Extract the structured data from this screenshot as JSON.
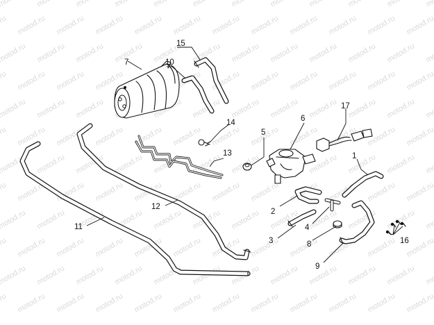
{
  "watermark": {
    "text": "motod.ru"
  },
  "callouts": [
    {
      "id": "1",
      "label": "1"
    },
    {
      "id": "2",
      "label": "2"
    },
    {
      "id": "3",
      "label": "3"
    },
    {
      "id": "4",
      "label": "4"
    },
    {
      "id": "5",
      "label": "5"
    },
    {
      "id": "6",
      "label": "6"
    },
    {
      "id": "7",
      "label": "7"
    },
    {
      "id": "8",
      "label": "8"
    },
    {
      "id": "9",
      "label": "9"
    },
    {
      "id": "10",
      "label": "10"
    },
    {
      "id": "11",
      "label": "11"
    },
    {
      "id": "12",
      "label": "12"
    },
    {
      "id": "13",
      "label": "13"
    },
    {
      "id": "14",
      "label": "14"
    },
    {
      "id": "15",
      "label": "15"
    },
    {
      "id": "16",
      "label": "16"
    },
    {
      "id": "17",
      "label": "17"
    }
  ]
}
